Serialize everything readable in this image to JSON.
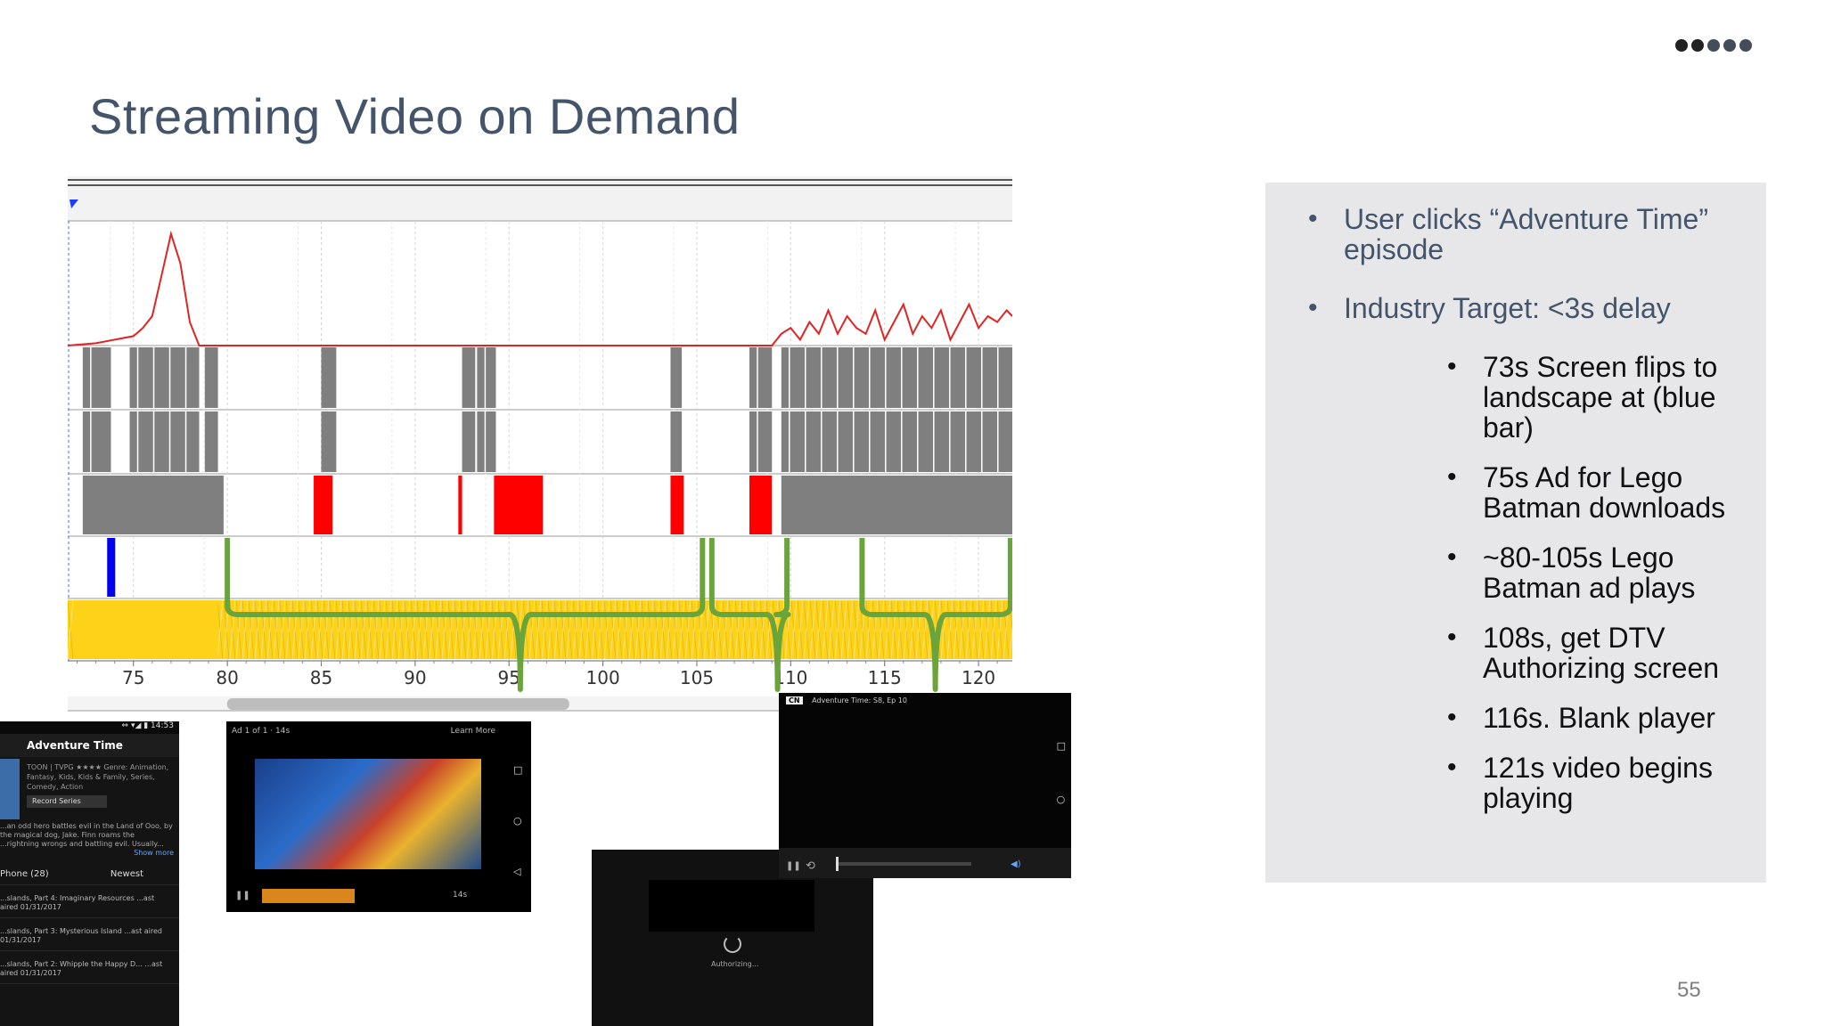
{
  "slide": {
    "title": "Streaming Video on Demand",
    "page_number": "55"
  },
  "bullets": {
    "main": [
      "User clicks “Adventure Time” episode",
      "Industry Target: <3s delay"
    ],
    "sub": [
      "73s Screen flips to landscape at (blue bar)",
      "75s Ad for Lego Batman downloads",
      "~80-105s Lego Batman ad plays",
      "108s, get DTV Authorizing screen",
      "116s. Blank player",
      "121s video begins playing"
    ]
  },
  "timeline": {
    "x_ticks": [
      "75",
      "80",
      "85",
      "90",
      "95",
      "100",
      "105",
      "110",
      "115",
      "120"
    ],
    "x_range": [
      71.5,
      121.8
    ],
    "colors": {
      "line": "#e02424",
      "gray": "#7f7f7f",
      "red": "#ff0000",
      "blue": "#0000ee",
      "yellow": "#ffd21a",
      "bracket": "#6aa43a"
    },
    "throughput_x": [
      71.5,
      73,
      74,
      75,
      75.5,
      76,
      76.5,
      77,
      77.5,
      78,
      78.5,
      79,
      85,
      95,
      105,
      109,
      109.5,
      110,
      110.5,
      111,
      111.5,
      112,
      112.5,
      113,
      113.5,
      114,
      114.5,
      115,
      115.5,
      116,
      116.5,
      117,
      117.5,
      118,
      118.5,
      119,
      119.5,
      120,
      120.5,
      121,
      121.5,
      121.8
    ],
    "throughput_y": [
      0,
      0.02,
      0.05,
      0.08,
      0.15,
      0.25,
      0.6,
      0.95,
      0.7,
      0.2,
      0,
      0,
      0,
      0,
      0,
      0,
      0.1,
      0.15,
      0.05,
      0.2,
      0.1,
      0.3,
      0.1,
      0.25,
      0.15,
      0.1,
      0.3,
      0.05,
      0.2,
      0.35,
      0.1,
      0.25,
      0.15,
      0.3,
      0.05,
      0.2,
      0.35,
      0.15,
      0.25,
      0.2,
      0.3,
      0.25
    ],
    "gray_activity_ranges": [
      [
        72.3,
        73.8
      ],
      [
        74.8,
        78.5
      ],
      [
        78.8,
        79.5
      ],
      [
        85,
        85.8
      ],
      [
        92.5,
        93.2
      ],
      [
        93.3,
        94.3
      ],
      [
        103.6,
        104.2
      ],
      [
        107.8,
        109
      ],
      [
        109.5,
        121.8
      ]
    ],
    "gray_state_ranges": [
      [
        72.3,
        79.8
      ],
      [
        109.5,
        121.8
      ]
    ],
    "red_state_ranges": [
      [
        84.6,
        85.6
      ],
      [
        92.3,
        92.5
      ],
      [
        94.2,
        96.8
      ],
      [
        103.6,
        104.3
      ],
      [
        107.8,
        109
      ]
    ],
    "blue_marker_x": 73.6,
    "yellow_range": [
      71.5,
      121.8
    ],
    "scrollbar_position": 0.3,
    "brackets": [
      {
        "from": 80,
        "to": 105.3,
        "mid": 95.6
      },
      {
        "from": 105.8,
        "to": 109.8,
        "mid": 109.3
      },
      {
        "from": 113.8,
        "to": 121.7,
        "mid": 117.7
      }
    ]
  },
  "screenshots": {
    "phone_menu": {
      "status": "⇔ ▾◢ ▮ 14:53",
      "header": "Adventure Time",
      "meta": "TOON | TVPG  ★★★★ Genre: Animation, Fantasy, Kids, Kids & Family, Series, Comedy, Action",
      "record": "Record Series",
      "description": "...an odd hero battles evil in the Land of Ooo, by the magical dog, Jake. Finn roams the ...rightning wrongs and battling evil. Usually...",
      "show_more": "Show more",
      "row_left": "Phone (28)",
      "row_right": "Newest",
      "episodes": [
        "...slands, Part 4: Imaginary Resources  ...ast aired 01/31/2017",
        "...slands, Part 3: Mysterious Island  ...ast aired 01/31/2017",
        "...slands, Part 2: Whipple the Happy D...  ...ast aired 01/31/2017"
      ]
    },
    "ad_player": {
      "ad_label": "Ad 1 of 1 · 14s",
      "learn_more": "Learn More",
      "time_left": "14s"
    },
    "authorizing": {
      "label": "Authorizing..."
    },
    "blank_player": {
      "logo": "CN",
      "title": "Adventure Time: S8, Ep 10"
    }
  }
}
